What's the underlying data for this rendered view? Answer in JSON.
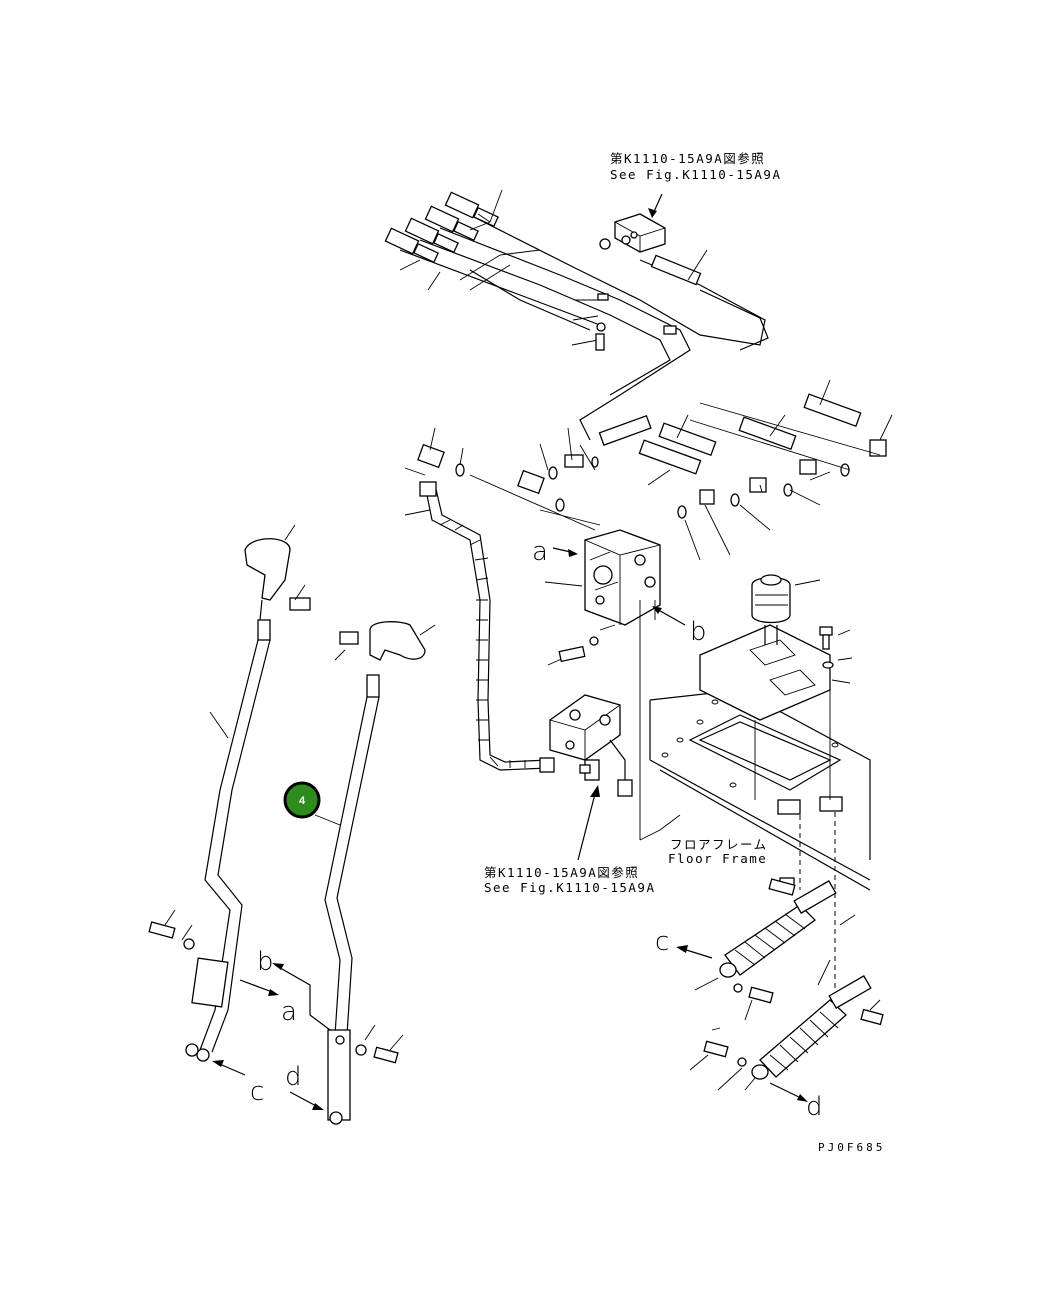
{
  "drawing": {
    "id": "PJ0F685",
    "refs": [
      {
        "jp": "第K1110-15A9A図参照",
        "en": "See Fig.K1110-15A9A"
      },
      {
        "jp": "第K1110-15A9A図参照",
        "en": "See Fig.K1110-15A9A"
      }
    ],
    "floor_frame": {
      "jp": "フロアフレーム",
      "en": "Floor Frame"
    },
    "letters": {
      "a1": "a",
      "b1": "b",
      "b2": "b",
      "a2": "a",
      "c1": "c",
      "d1": "d",
      "c2": "c",
      "d2": "d"
    },
    "highlight": {
      "label": "4",
      "color": "#2e8b1e"
    }
  }
}
